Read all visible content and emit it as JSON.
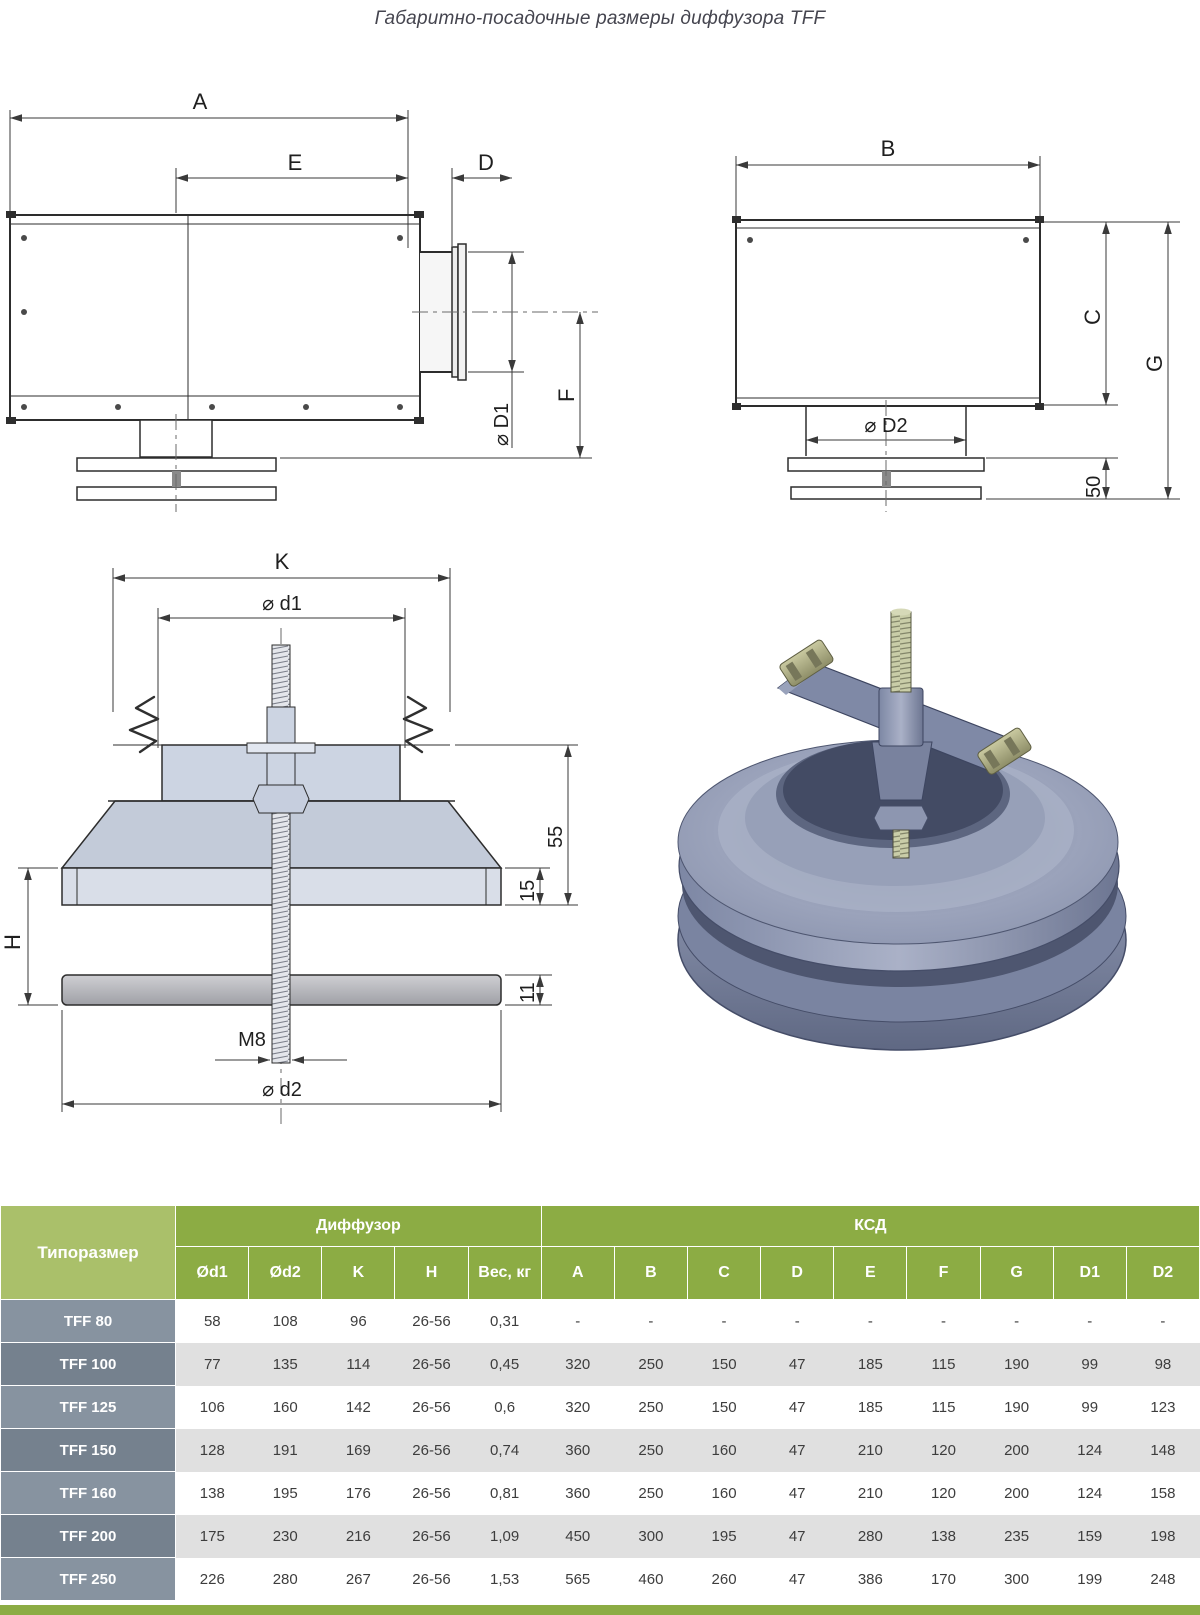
{
  "page": {
    "title": "Габаритно-посадочные размеры диффузора TFF"
  },
  "drawings": {
    "side": {
      "A": "A",
      "E": "E",
      "D": "D",
      "D1": "⌀ D1",
      "F": "F"
    },
    "front": {
      "B": "B",
      "C": "C",
      "G": "G",
      "D2": "⌀ D2",
      "n50": "50"
    },
    "section": {
      "K": "K",
      "d1": "⌀ d1",
      "n55": "55",
      "n15": "15",
      "H": "H",
      "n11": "11",
      "M8": "M8",
      "d2": "⌀ d2"
    }
  },
  "table": {
    "size_col": "Типоразмер",
    "group_diffuser": "Диффузор",
    "group_ksd": "КСД",
    "diffuser_cols": [
      "Ød1",
      "Ød2",
      "K",
      "H",
      "Вес, кг"
    ],
    "ksd_cols": [
      "A",
      "B",
      "C",
      "D",
      "E",
      "F",
      "G",
      "D1",
      "D2"
    ],
    "rows": [
      {
        "name": "TFF 80",
        "values": [
          "58",
          "108",
          "96",
          "26-56",
          "0,31",
          "-",
          "-",
          "-",
          "-",
          "-",
          "-",
          "-",
          "-",
          "-"
        ]
      },
      {
        "name": "TFF 100",
        "values": [
          "77",
          "135",
          "114",
          "26-56",
          "0,45",
          "320",
          "250",
          "150",
          "47",
          "185",
          "115",
          "190",
          "99",
          "98"
        ]
      },
      {
        "name": "TFF 125",
        "values": [
          "106",
          "160",
          "142",
          "26-56",
          "0,6",
          "320",
          "250",
          "150",
          "47",
          "185",
          "115",
          "190",
          "99",
          "123"
        ]
      },
      {
        "name": "TFF 150",
        "values": [
          "128",
          "191",
          "169",
          "26-56",
          "0,74",
          "360",
          "250",
          "160",
          "47",
          "210",
          "120",
          "200",
          "124",
          "148"
        ]
      },
      {
        "name": "TFF 160",
        "values": [
          "138",
          "195",
          "176",
          "26-56",
          "0,81",
          "360",
          "250",
          "160",
          "47",
          "210",
          "120",
          "200",
          "124",
          "158"
        ]
      },
      {
        "name": "TFF 200",
        "values": [
          "175",
          "230",
          "216",
          "26-56",
          "1,09",
          "450",
          "300",
          "195",
          "47",
          "280",
          "138",
          "235",
          "159",
          "198"
        ]
      },
      {
        "name": "TFF 250",
        "values": [
          "226",
          "280",
          "267",
          "26-56",
          "1,53",
          "565",
          "460",
          "260",
          "47",
          "386",
          "170",
          "300",
          "199",
          "248"
        ]
      }
    ]
  },
  "colors": {
    "accent_green": "#8cac44",
    "size_header_green": "#aac06a",
    "row_label_gray": "#75818e",
    "row_alt_gray": "#e0e0e0"
  }
}
